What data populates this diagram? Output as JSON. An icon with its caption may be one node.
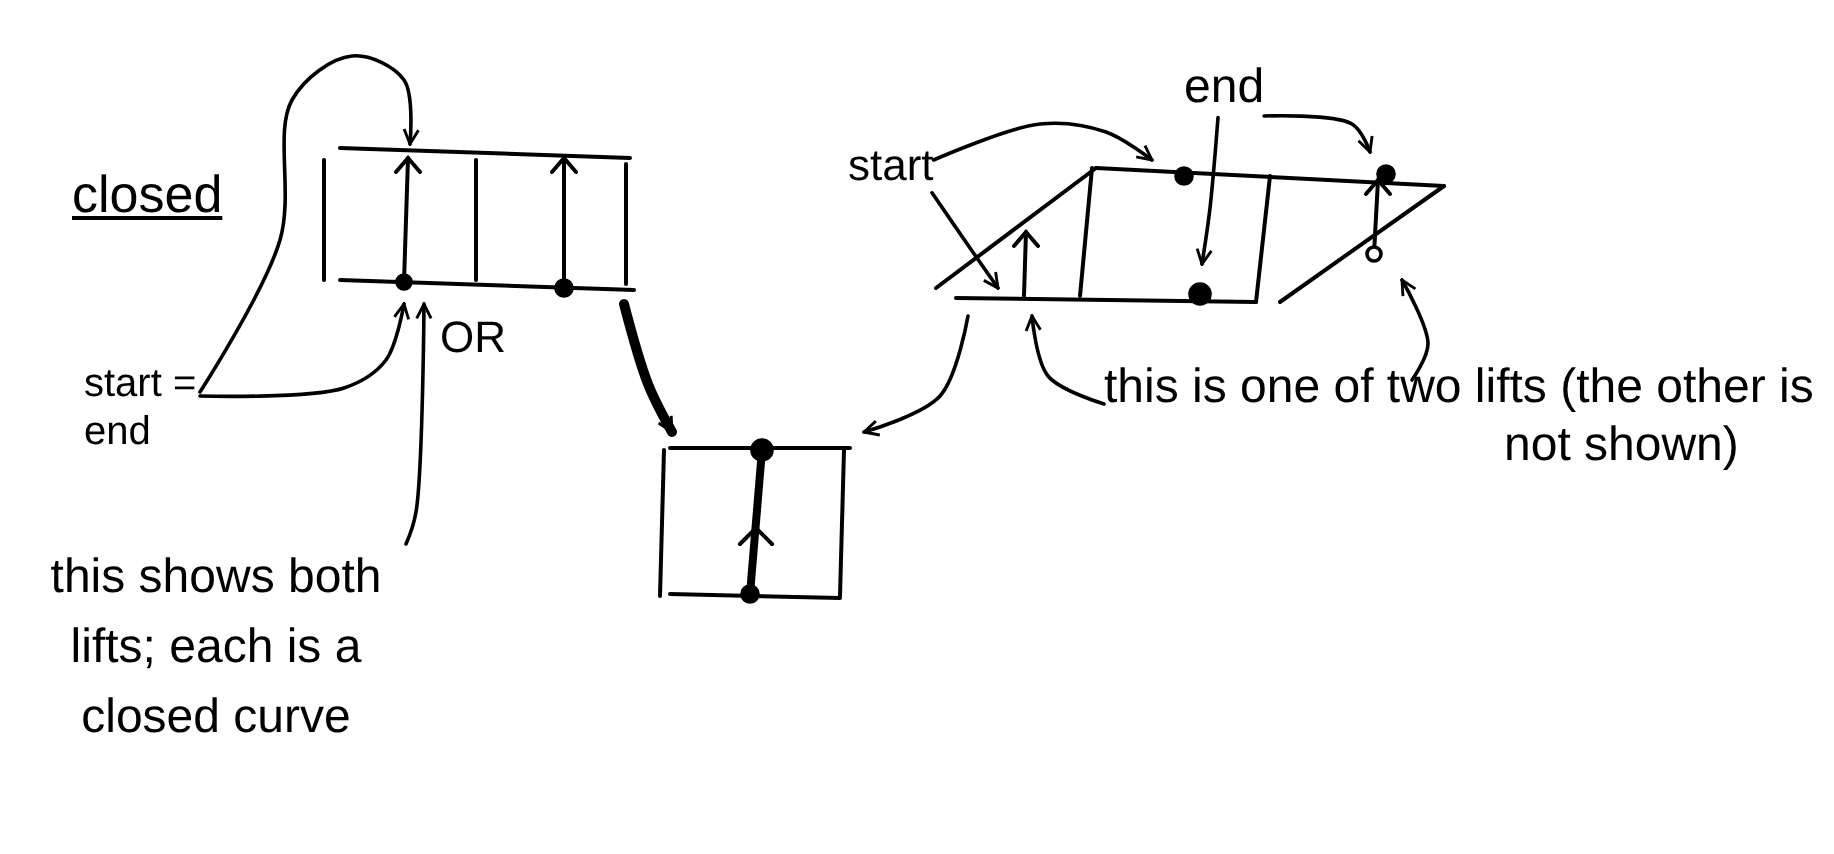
{
  "diagram": {
    "nodes": [
      {
        "text": [
          "closed"
        ]
      },
      {
        "text": [],
        "shape": "picture"
      },
      {
        "text": [
          "start = end"
        ]
      },
      {
        "text": [],
        "shape": "picture"
      },
      {
        "text": [],
        "shape": "picture"
      },
      {
        "text": [
          "start"
        ]
      },
      {
        "text": [
          "end"
        ]
      },
      {
        "text": [
          "this is one of two lifts (the other is not shown)"
        ]
      },
      {
        "text": [
          "this shows both lifts; each is a closed curve"
        ]
      }
    ],
    "edges": [
      {
        "from": 2,
        "to": 1,
        "arrow": "to"
      },
      {
        "from": 2,
        "to": 1,
        "arrow": "to"
      },
      {
        "from": 1,
        "to": 3,
        "arrow": "to",
        "style": "thick"
      },
      {
        "from": 4,
        "to": 3,
        "arrow": "to"
      },
      {
        "from": 5,
        "to": 4,
        "arrow": "to"
      },
      {
        "from": 5,
        "to": 4,
        "arrow": "to"
      },
      {
        "from": 6,
        "to": 4,
        "arrow": "to"
      },
      {
        "from": 6,
        "to": 4,
        "arrow": "to"
      },
      {
        "from": 7,
        "to": 4,
        "arrow": "to"
      },
      {
        "from": 7,
        "to": 4,
        "arrow": "to"
      },
      {
        "from": 8,
        "to": 1,
        "arrow": "to"
      }
    ],
    "labels": [
      "OR"
    ]
  }
}
